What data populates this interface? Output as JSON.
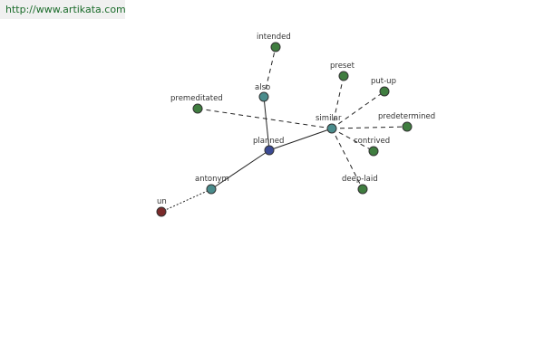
{
  "site": {
    "url_text": "http://www.artikata.com"
  },
  "colors": {
    "center": "#3b4a94",
    "relation": "#4a8c8c",
    "leaf": "#3f7d3f",
    "antonym_leaf": "#7a2a2a",
    "link": "#1a6b2a"
  },
  "graph": {
    "nodes": [
      {
        "id": "planned",
        "label": "planned",
        "kind": "center"
      },
      {
        "id": "also",
        "label": "also",
        "kind": "relation"
      },
      {
        "id": "similar",
        "label": "similar",
        "kind": "relation"
      },
      {
        "id": "antonym",
        "label": "antonym",
        "kind": "relation"
      },
      {
        "id": "intended",
        "label": "intended",
        "kind": "leaf"
      },
      {
        "id": "premeditated",
        "label": "premeditated",
        "kind": "leaf"
      },
      {
        "id": "preset",
        "label": "preset",
        "kind": "leaf"
      },
      {
        "id": "put-up",
        "label": "put-up",
        "kind": "leaf"
      },
      {
        "id": "predetermined",
        "label": "predetermined",
        "kind": "leaf"
      },
      {
        "id": "contrived",
        "label": "contrived",
        "kind": "leaf"
      },
      {
        "id": "deep-laid",
        "label": "deep-laid",
        "kind": "leaf"
      },
      {
        "id": "un",
        "label": "un",
        "kind": "antonym_leaf"
      }
    ],
    "edges": [
      {
        "from": "planned",
        "to": "also",
        "style": "solid"
      },
      {
        "from": "planned",
        "to": "similar",
        "style": "solid"
      },
      {
        "from": "planned",
        "to": "antonym",
        "style": "solid"
      },
      {
        "from": "also",
        "to": "intended",
        "style": "dashed"
      },
      {
        "from": "similar",
        "to": "premeditated",
        "style": "dashed"
      },
      {
        "from": "similar",
        "to": "preset",
        "style": "dashed"
      },
      {
        "from": "similar",
        "to": "put-up",
        "style": "dashed"
      },
      {
        "from": "similar",
        "to": "predetermined",
        "style": "dashed"
      },
      {
        "from": "similar",
        "to": "contrived",
        "style": "dashed"
      },
      {
        "from": "similar",
        "to": "deep-laid",
        "style": "dashed"
      },
      {
        "from": "antonym",
        "to": "un",
        "style": "dotted"
      }
    ]
  }
}
